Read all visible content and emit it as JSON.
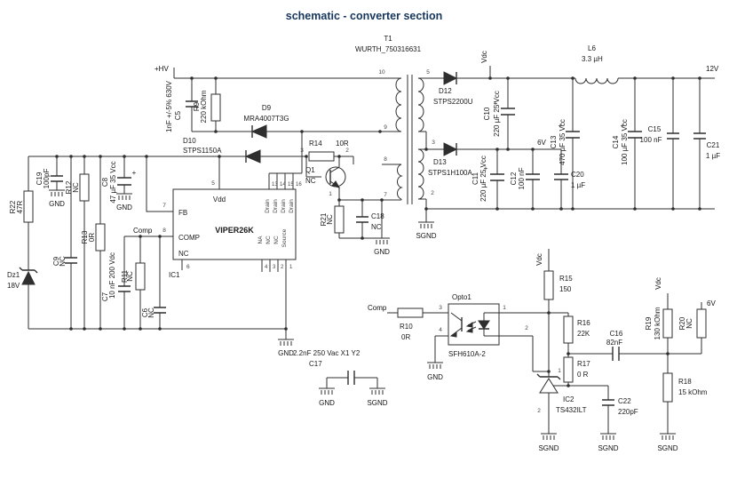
{
  "title": "schematic - converter section",
  "nets": {
    "hv": "+HV",
    "vdc": "Vdc",
    "v12": "12V",
    "v6": "6V",
    "gnd": "GND",
    "sgnd": "SGND",
    "comp": "Comp"
  },
  "marks": {
    "plus": "+"
  },
  "transformer": {
    "ref": "T1",
    "part": "WURTH_750316631",
    "pins": {
      "p10": "10",
      "p9": "9",
      "p8": "8",
      "p7": "7",
      "p5": "5",
      "p3": "3",
      "p2": "2"
    }
  },
  "ic1": {
    "ref": "IC1",
    "part": "VIPER26K",
    "pin_names": {
      "fb": "FB",
      "vdd": "Vdd",
      "comp": "COMP",
      "nc": "NC",
      "na": "NA",
      "drain": "Drain",
      "source": "Source"
    },
    "pin_numbers": {
      "n1": "1",
      "n2": "2",
      "n3": "3",
      "n4": "4",
      "n5": "5",
      "n6": "6",
      "n7": "7",
      "n8": "8",
      "n13": "13",
      "n14": "14",
      "n15": "15",
      "n16": "16"
    }
  },
  "q1": {
    "ref": "Q1",
    "value": "NC",
    "pins": {
      "n1": "1",
      "n2": "2",
      "n3": "3"
    }
  },
  "opto": {
    "ref": "Opto1",
    "part": "SFH610A-2",
    "pins": {
      "n1": "1",
      "n2": "2",
      "n3": "3",
      "n4": "4"
    }
  },
  "ic2": {
    "ref": "IC2",
    "part": "TS432ILT",
    "pins": {
      "n1": "1",
      "n2": "2"
    }
  },
  "components": {
    "c5": {
      "ref": "C5",
      "value": "1nF +/-5% 630V"
    },
    "r9": {
      "ref": "R9",
      "value": "220 kOhm"
    },
    "d9": {
      "ref": "D9",
      "value": "MRA4007T3G"
    },
    "d10": {
      "ref": "D10",
      "value": "STPS1150A"
    },
    "r14": {
      "ref": "R14",
      "value": "10R"
    },
    "d12": {
      "ref": "D12",
      "value": "STPS2200U"
    },
    "d13": {
      "ref": "D13",
      "value": "STPS1H100A"
    },
    "c10": {
      "ref": "C10",
      "value": "220 µF 25 Vcc"
    },
    "c11": {
      "ref": "C11",
      "value": "220 µF 25 Vcc"
    },
    "c12": {
      "ref": "C12",
      "value": "100 nF"
    },
    "c20": {
      "ref": "C20",
      "value": "1 µF"
    },
    "l6": {
      "ref": "L6",
      "value": "3.3 µH"
    },
    "c13": {
      "ref": "C13",
      "value": "470 µF 35 Vcc"
    },
    "c14": {
      "ref": "C14",
      "value": "100 µF 35 Vcc"
    },
    "c15": {
      "ref": "C15",
      "value": "100 nF"
    },
    "c21": {
      "ref": "C21",
      "value": "1 µF"
    },
    "c18": {
      "ref": "C18",
      "value": "NC"
    },
    "r21": {
      "ref": "R21",
      "value": "NC"
    },
    "c19": {
      "ref": "C19",
      "value": "100pF"
    },
    "r12": {
      "ref": "R12",
      "value": "NC"
    },
    "c8": {
      "ref": "C8",
      "value": "47 µF 35 Vcc"
    },
    "r22": {
      "ref": "R22",
      "value": "47R"
    },
    "r13": {
      "ref": "R13",
      "value": "0R"
    },
    "c9": {
      "ref": "C9",
      "value": "NC"
    },
    "dz1": {
      "ref": "Dz1",
      "value": "18V"
    },
    "c7": {
      "ref": "C7",
      "value": "10 nF 200 Vdc"
    },
    "r11": {
      "ref": "R11",
      "value": "NC"
    },
    "c6": {
      "ref": "C6",
      "value": "NC"
    },
    "c17": {
      "ref": "C17",
      "value": "2.2nF 250 Vac X1 Y2"
    },
    "r10": {
      "ref": "R10",
      "value": "0R"
    },
    "r15": {
      "ref": "R15",
      "value": "150"
    },
    "r16": {
      "ref": "R16",
      "value": "22K"
    },
    "c16": {
      "ref": "C16",
      "value": "82nF"
    },
    "r17": {
      "ref": "R17",
      "value": "0 R"
    },
    "c22": {
      "ref": "C22",
      "value": "220pF"
    },
    "r18": {
      "ref": "R18",
      "value": "15 kOhm"
    },
    "r19": {
      "ref": "R19",
      "value": "130 kOhm"
    },
    "r20": {
      "ref": "R20",
      "value": "NC"
    }
  }
}
